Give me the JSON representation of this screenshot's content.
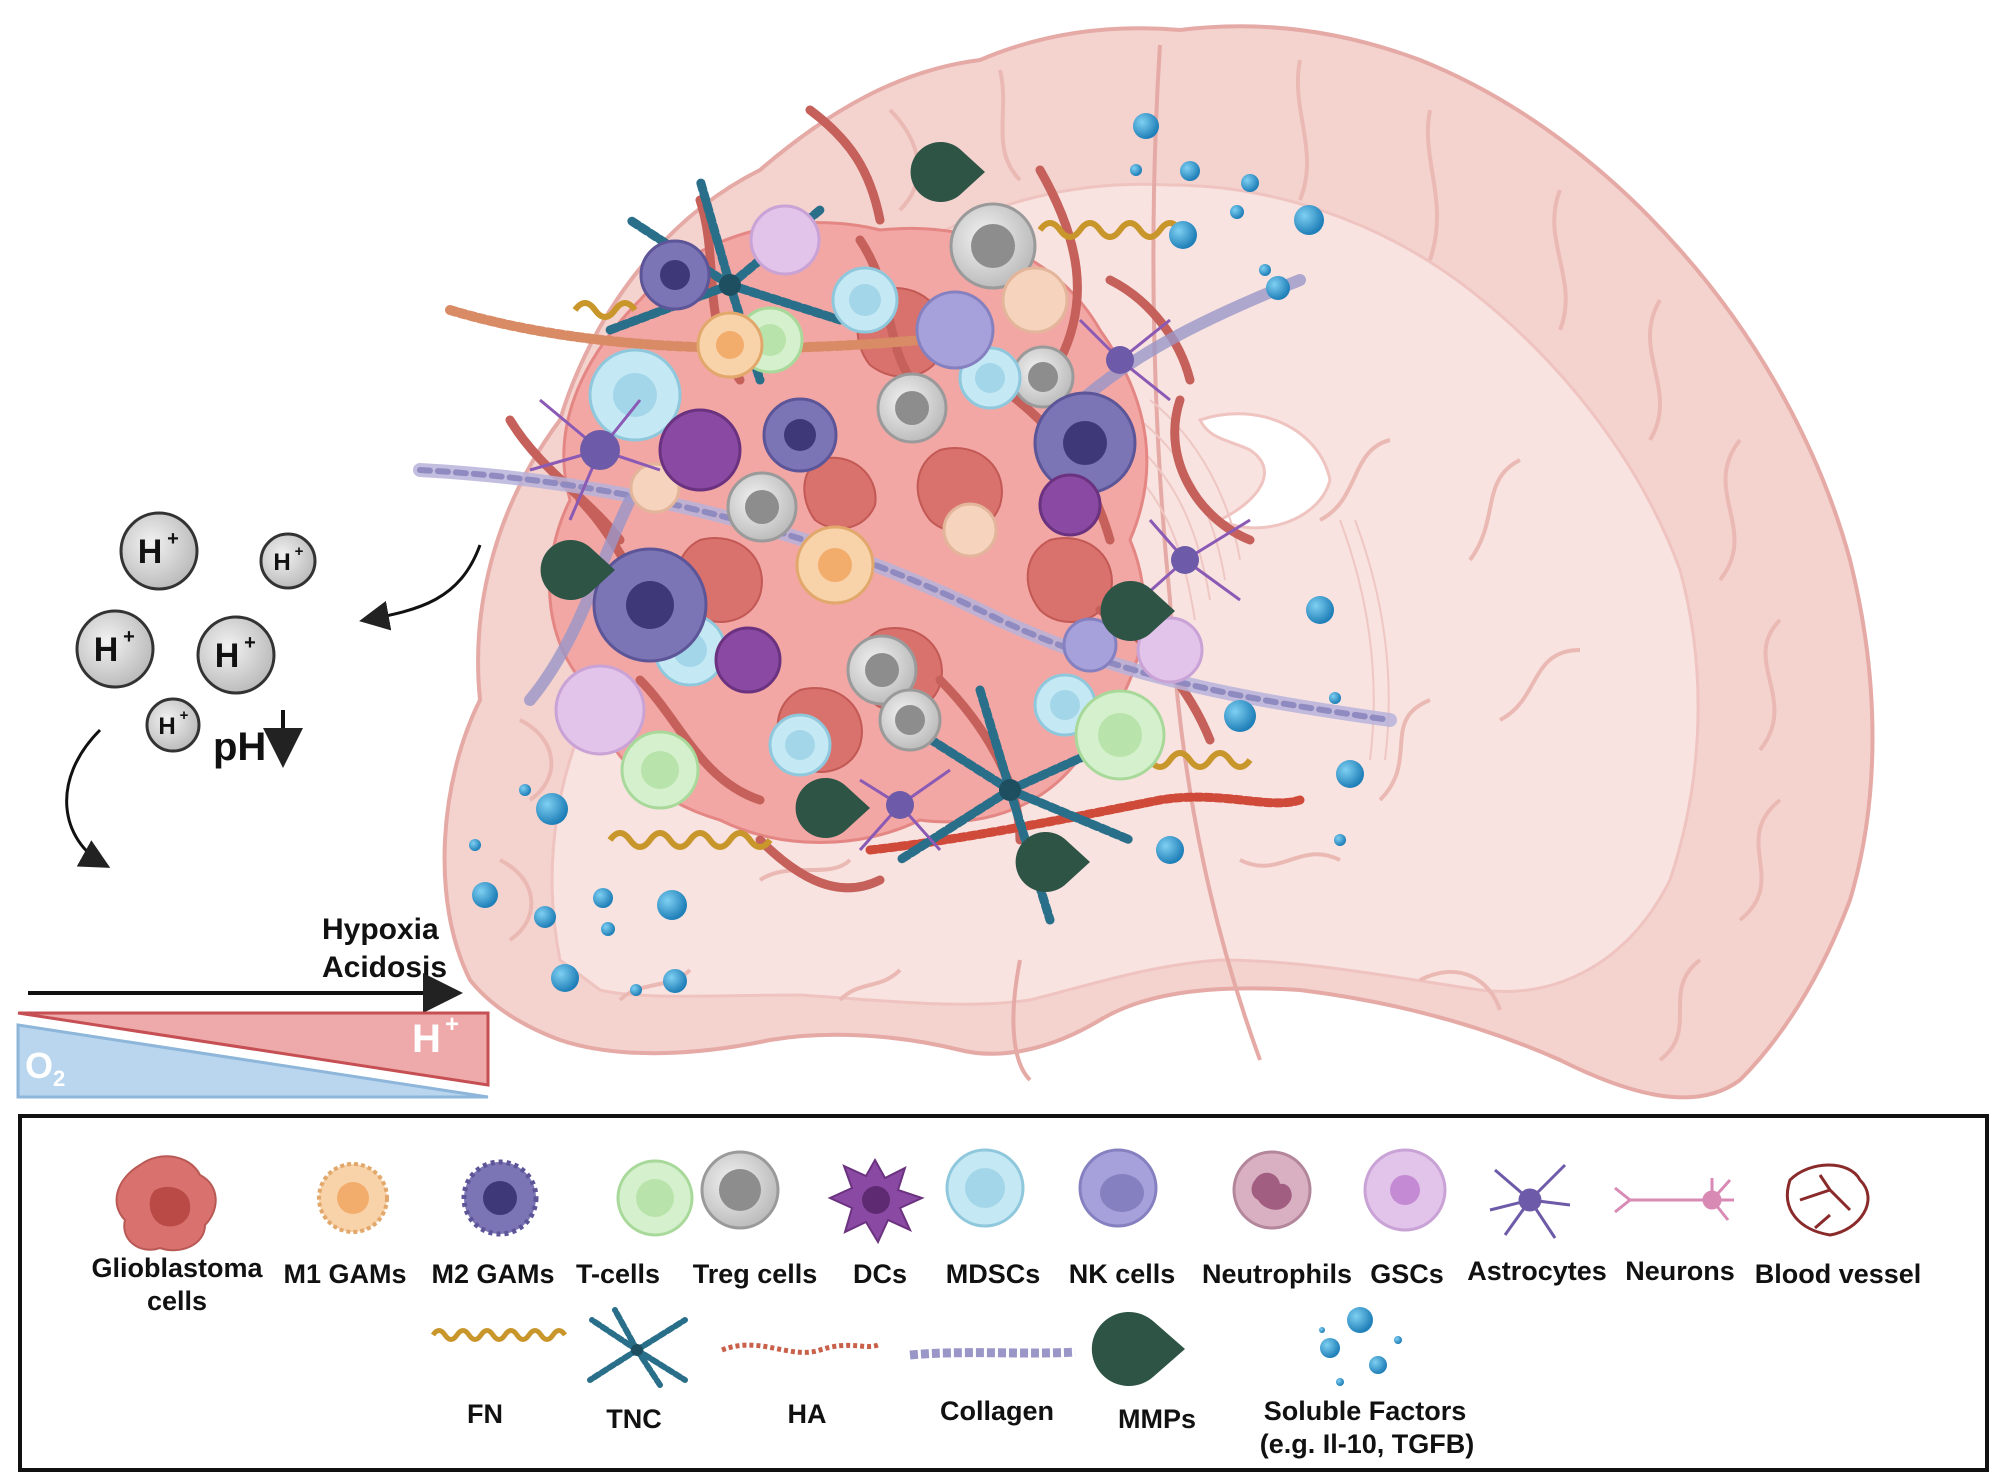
{
  "ph": {
    "ion": "H",
    "charge": "+",
    "ph_label": "pH"
  },
  "gradient": {
    "line1": "Hypoxia",
    "line2": "Acidosis",
    "proton_label": "H",
    "proton_charge": "+",
    "oxygen_label": "O",
    "oxygen_sub": "2"
  },
  "legend": {
    "cells": [
      {
        "line1": "Glioblastoma",
        "line2": "cells",
        "icon": "glioblastoma-icon",
        "color": "#d9726f"
      },
      {
        "line1": "M1 GAMs",
        "line2": "",
        "icon": "m1-gam-icon",
        "color": "#f5c79a"
      },
      {
        "line1": "M2 GAMs",
        "line2": "",
        "icon": "m2-gam-icon",
        "color": "#7b74b5"
      },
      {
        "line1": "T-cells",
        "line2": "",
        "icon": "t-cell-icon",
        "color": "#c8ecc0"
      },
      {
        "line1": "Treg cells",
        "line2": "",
        "icon": "treg-cell-icon",
        "color": "#a8a8a8"
      },
      {
        "line1": "DCs",
        "line2": "",
        "icon": "dc-icon",
        "color": "#8a4aa3"
      },
      {
        "line1": "MDSCs",
        "line2": "",
        "icon": "mdsc-icon",
        "color": "#bfe6f0"
      },
      {
        "line1": "NK cells",
        "line2": "",
        "icon": "nk-cell-icon",
        "color": "#9e9ad6"
      },
      {
        "line1": "Neutrophils",
        "line2": "",
        "icon": "neutrophil-icon",
        "color": "#c998b0"
      },
      {
        "line1": "GSCs",
        "line2": "",
        "icon": "gsc-icon",
        "color": "#d9b3e3"
      },
      {
        "line1": "Astrocytes",
        "line2": "",
        "icon": "astrocyte-icon",
        "color": "#6d5aa8"
      },
      {
        "line1": "Neurons",
        "line2": "",
        "icon": "neuron-icon",
        "color": "#d88ab5"
      },
      {
        "line1": "Blood vessel",
        "line2": "",
        "icon": "blood-vessel-icon",
        "color": "#8a2a2a"
      }
    ],
    "ecm": [
      {
        "line1": "FN",
        "line2": "",
        "icon": "fn-icon",
        "color": "#c8962a"
      },
      {
        "line1": "TNC",
        "line2": "",
        "icon": "tnc-icon",
        "color": "#2a6f8a"
      },
      {
        "line1": "HA",
        "line2": "",
        "icon": "ha-icon",
        "color": "#c8604a"
      },
      {
        "line1": "Collagen",
        "line2": "",
        "icon": "collagen-icon",
        "color": "#9a96c8"
      },
      {
        "line1": "MMPs",
        "line2": "",
        "icon": "mmp-icon",
        "color": "#2e5446"
      },
      {
        "line1": "Soluble Factors",
        "line2": "(e.g. Il-10, TGFB)",
        "icon": "soluble-factors-icon",
        "color": "#2a8ec8"
      }
    ]
  }
}
